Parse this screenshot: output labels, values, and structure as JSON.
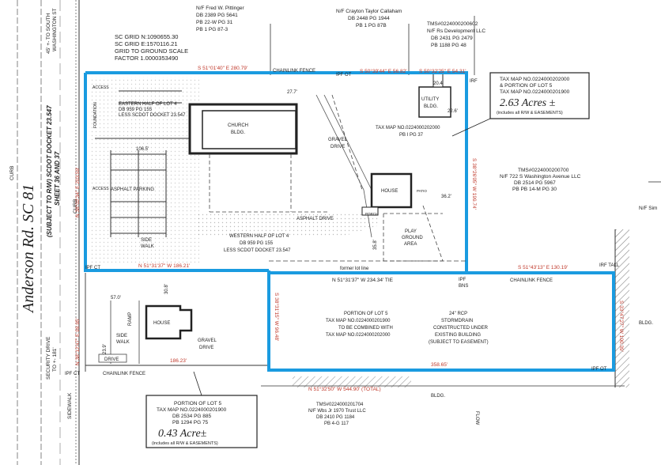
{
  "top_left_owner": [
    "N/F Fred W. Pittinger",
    "DB 2389 PG 5641",
    "PB 22-W PG 31",
    "PB 1 PG 87-3"
  ],
  "top_mid_owner": [
    "N/F Crayton Taylor Callaham",
    "DB 2448 PG 1944",
    "PB 1 PG 87B"
  ],
  "top_right_owner": [
    "TMS#0224000200602",
    "N/F Rs Development LLC",
    "DB 2431 PG 2479",
    "PB 1188 PG 48"
  ],
  "grid_block": [
    "SC GRID     N:1090655.30",
    "SC GRID     E:1570116.21",
    "GRID TO GROUND SCALE",
    "FACTOR      1.0000353490"
  ],
  "road_name": "Anderson Rd.  SC 81",
  "road_note": [
    "(SUBJECT TO R/W) SCDOT DOCKET 23.547",
    "SHEET 36 AND 37"
  ],
  "road_top_label": [
    "45' +- TO SOUTH",
    "WASHINGTON ST"
  ],
  "security_drive": [
    "SECURITY DRIVE",
    "TO +- 181'"
  ],
  "curb_top": "CURB",
  "curb_mid": "CURB",
  "sidewalk_left": "SIDEWALK",
  "main_tax_box": {
    "line1": "TAX MAP NO.0224000202000",
    "line2": "& PORTION OF LOT 5",
    "line3": "TAX MAP NO.0224000201900",
    "acres": "2.63  Acres ±",
    "note": "(includes all R/W & EASEMENTS)"
  },
  "east_owner": [
    "TMS#0224000200700",
    "N/F 722 S Washington Avenue LLC",
    "DB 2514  PG 5967",
    "PB PB 14-M PG 30"
  ],
  "far_right_owner": "N/F Sim",
  "bearings": {
    "top1": "S 51°01'40\" E  280.79'",
    "top2": "S 50°39'44\" E  56.82'",
    "top3": "S 50°32'25\" E  54.31'",
    "west_upper": "N 38°02'34\" E  203.59'",
    "east_upper": "S 38°26'05\" W  199.74'",
    "mid_left": "N 51°31'37\" W  186.21'",
    "tie": "N 51°31'37\" W  234.34' TIE",
    "mid_right": "S 51°43'13\" E  130.19'",
    "west_lower": "N 38°12'47\" E  99.95'",
    "inner_vertical": "S 38°31'15\" W  96.48'",
    "east_lower": "S 33°47'27\" W  100.39'",
    "bottom_lower": "358.65'",
    "bottom_small": "186.23'",
    "total": "N 51°32'50\" W  544.90'  (TOTAL)"
  },
  "labels": {
    "chainlink_top": "CHAINLINK FENCE",
    "chainlink_mid": "CHAINLINK FENCE",
    "chainlink_bottom": "CHAINLINK FENCE",
    "ipf_ot": "IPF OT",
    "irf": "IRF",
    "irf_tall": "IRF\nTALL",
    "ipf_ct_upper": "IPF CT",
    "ipf_ct_lower": "IPF CT",
    "ipf_bns": [
      "IPF",
      "BNS"
    ],
    "ipf_ot_right": "IPF OT",
    "church": [
      "CHURCH",
      "BLDG."
    ],
    "utility": [
      "UTILITY",
      "BLDG."
    ],
    "gravel_drive_top": [
      "GRAVEL",
      "DRIVE"
    ],
    "gravel_drive_bottom": [
      "GRAVEL",
      "DRIVE"
    ],
    "house_upper": "HOUSE",
    "house_lower": "HOUSE",
    "play_area": [
      "PLAY",
      "GROUND",
      "AREA"
    ],
    "asphalt_parking": "ASPHALT PARKING",
    "asphalt_drive": "ASPHALT DRIVE",
    "side_walk_upper": [
      "SIDE",
      "WALK"
    ],
    "side_walk_lower": [
      "SIDE",
      "WALK"
    ],
    "ramp": "RAMP",
    "drive": "DRIVE",
    "former_lot_line": "former lot line",
    "eastern_half": [
      "EASTERN HALF OF LOT 4",
      "DB 959 PG 155",
      "LESS SCDOT DOCKET 23.547"
    ],
    "western_half": [
      "WESTERN HALF OF LOT 4",
      "DB 959 PG 155",
      "LESS SCDOT DOCKET 23.547"
    ],
    "tax_map_main": [
      "TAX MAP NO.0224000202000",
      "PB I PG 37"
    ],
    "portion_lot5": [
      "PORTION OF LOT 5",
      "TAX MAP NO.0224000201900",
      "TO BE COMBINED WITH",
      "TAX MAP NO.0224000202000"
    ],
    "rcp": [
      "24\" RCP",
      "STORMDRAIN",
      "CONSTRUCTED UNDER",
      "EXISTING BUILDING",
      "(SUBJECT TO EASEMENT)"
    ],
    "bldg_right": "BLDG.",
    "bldg_bottom": "BLDG.",
    "flow": "FLOW",
    "access_upper": "ACCESS",
    "access_lower": "ACCESS",
    "foundation": "FOUNDATION",
    "porch": "PORCH",
    "patio": "PATIO",
    "bottom_owner": [
      "TMS#0224000201704",
      "N/F Wbs Jr 1970 Trust LLC",
      "DB 2410 PG 1184",
      "PB 4-G 117"
    ],
    "dims": {
      "d27_7": "27.7'",
      "d20_4": "20.4'",
      "d22_6": "22.6'",
      "d36_2": "36.2'",
      "d35_8": "35.8'",
      "d106_5": "106.5'",
      "d57_0": "57.0'",
      "d30_8": "30.8'",
      "d23_9": "23.9'"
    }
  },
  "lower_tax_box": {
    "line1": "PORTION OF LOT 5",
    "line2": "TAX MAP NO.0224000201900",
    "line3": "DB 2534 PG 885",
    "line4": "PB 1294 PG 75",
    "acres": "0.43  Acre±",
    "note": "(includes all R/W & EASEMENTS)"
  },
  "colors": {
    "boundary": "#1a9be0",
    "bearing": "#c0392b",
    "hatch": "#444444"
  }
}
